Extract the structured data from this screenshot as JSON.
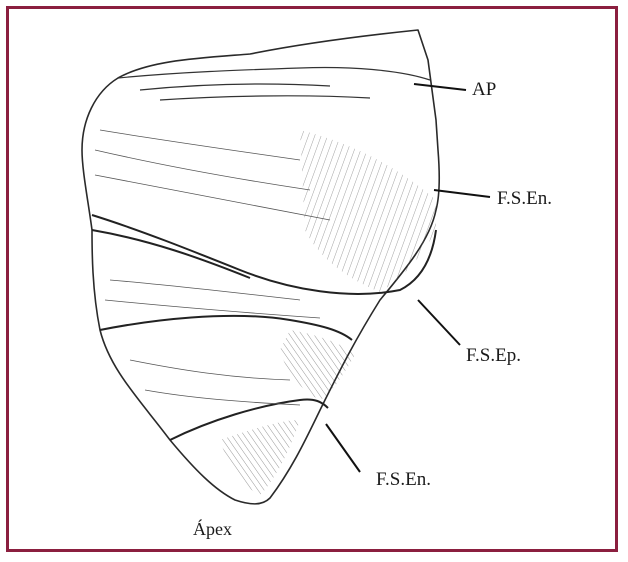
{
  "figure": {
    "border_color": "#8b1f3f",
    "labels": {
      "ap": "AP",
      "fs_en_upper": "F.S.En.",
      "fs_ep": "F.S.Ep.",
      "fs_en_lower": "F.S.En.",
      "apex": "Ápex"
    }
  }
}
